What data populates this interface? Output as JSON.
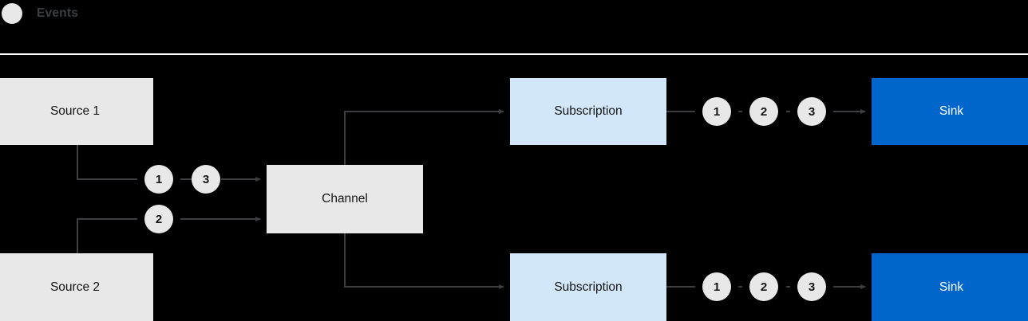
{
  "legend": {
    "icon": "event-dot-icon",
    "label": "Events"
  },
  "colors": {
    "background": "#000000",
    "grey_box": "#e8e8e8",
    "light_blue_box": "#d2e7fa",
    "blue_box": "#0066cc",
    "text_dark": "#151515",
    "text_light": "#ffffff",
    "wire": "#3c3f42",
    "divider": "#ffffff"
  },
  "nodes": {
    "source_1": "Source 1",
    "source_2": "Source 2",
    "channel": "Channel",
    "subscription_1": "Subscription",
    "subscription_2": "Subscription",
    "sink_1": "Sink",
    "sink_2": "Sink"
  },
  "events": {
    "source1_out": [
      "1",
      "3"
    ],
    "source2_out": [
      "2"
    ],
    "subscription1_out": [
      "1",
      "2",
      "3"
    ],
    "subscription2_out": [
      "1",
      "2",
      "3"
    ]
  },
  "chart_data": {
    "type": "diagram",
    "title": "Events",
    "nodes": [
      {
        "id": "source1",
        "label": "Source 1",
        "style": "grey"
      },
      {
        "id": "source2",
        "label": "Source 2",
        "style": "grey"
      },
      {
        "id": "channel",
        "label": "Channel",
        "style": "grey"
      },
      {
        "id": "subscription1",
        "label": "Subscription",
        "style": "light-blue"
      },
      {
        "id": "subscription2",
        "label": "Subscription",
        "style": "light-blue"
      },
      {
        "id": "sink1",
        "label": "Sink",
        "style": "blue"
      },
      {
        "id": "sink2",
        "label": "Sink",
        "style": "blue"
      }
    ],
    "edges": [
      {
        "from": "source1",
        "to": "channel",
        "events": [
          "1",
          "3"
        ]
      },
      {
        "from": "source2",
        "to": "channel",
        "events": [
          "2"
        ]
      },
      {
        "from": "channel",
        "to": "subscription1",
        "events": []
      },
      {
        "from": "channel",
        "to": "subscription2",
        "events": []
      },
      {
        "from": "subscription1",
        "to": "sink1",
        "events": [
          "1",
          "2",
          "3"
        ]
      },
      {
        "from": "subscription2",
        "to": "sink2",
        "events": [
          "1",
          "2",
          "3"
        ]
      }
    ]
  }
}
